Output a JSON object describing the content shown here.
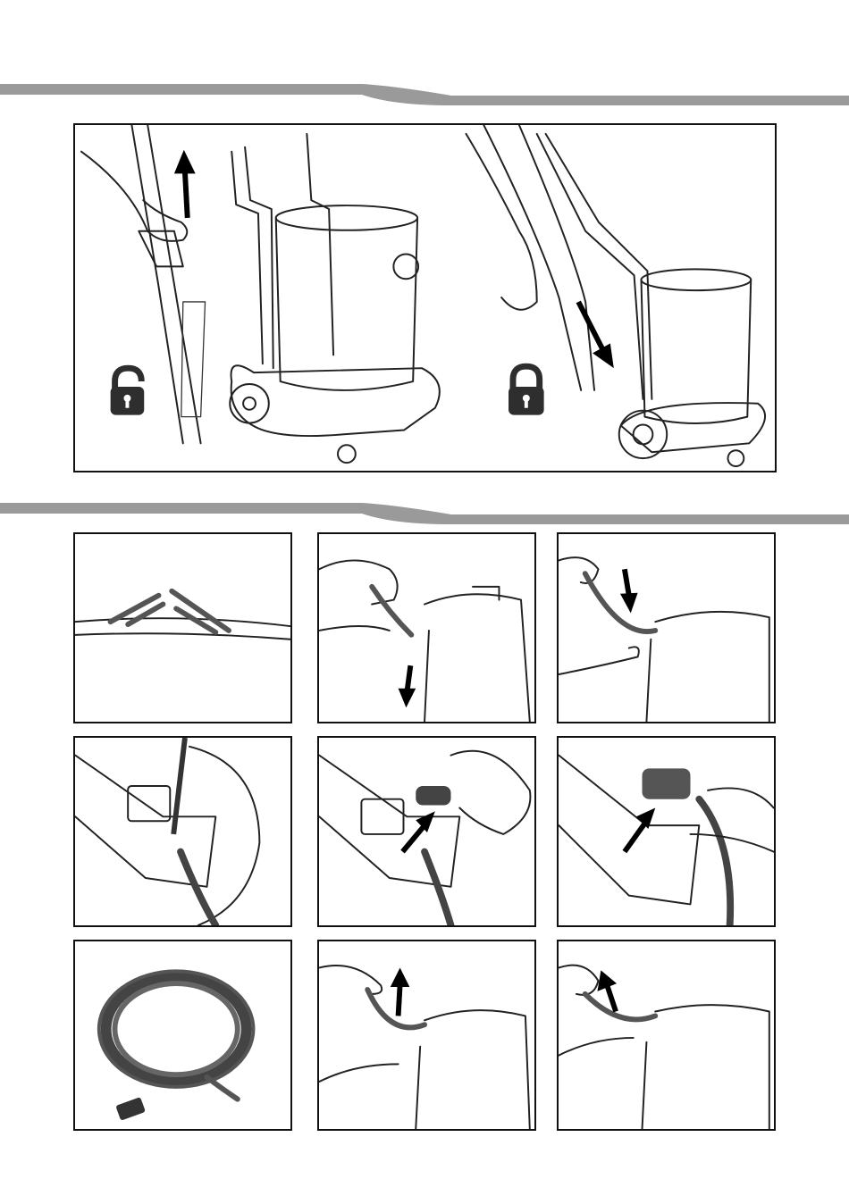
{
  "page": {
    "colors": {
      "band": "#9a9a9a",
      "frame": "#111111",
      "ink": "#222222",
      "icon": "#2e2e2e"
    }
  },
  "section_1": {
    "panels": [
      {
        "id": "trolley-handle-assembly",
        "icons": [
          "hand-icon",
          "arrow-up-icon",
          "unlock-icon",
          "arrow-down-icon",
          "lock-icon"
        ]
      }
    ]
  },
  "section_2": {
    "panels": [
      {
        "id": "cable-wires",
        "icons": [
          "wires-icon"
        ]
      },
      {
        "id": "unplug-cable",
        "icons": [
          "hand-icon",
          "arrow-down-icon"
        ]
      },
      {
        "id": "remove-cable",
        "icons": [
          "hand-icon",
          "arrow-down-icon"
        ]
      },
      {
        "id": "screwdriver-plug",
        "icons": [
          "screwdriver-icon"
        ]
      },
      {
        "id": "remove-clamp",
        "icons": [
          "hand-icon",
          "arrow-up-icon"
        ]
      },
      {
        "id": "fit-cable-plug",
        "icons": [
          "hand-icon",
          "arrow-up-icon"
        ]
      },
      {
        "id": "coiled-cable",
        "icons": [
          "coiled-cable-icon"
        ]
      },
      {
        "id": "insert-cable",
        "icons": [
          "hand-icon",
          "arrow-up-icon"
        ]
      },
      {
        "id": "connect-cable",
        "icons": [
          "hand-icon",
          "arrow-up-icon"
        ]
      }
    ]
  }
}
